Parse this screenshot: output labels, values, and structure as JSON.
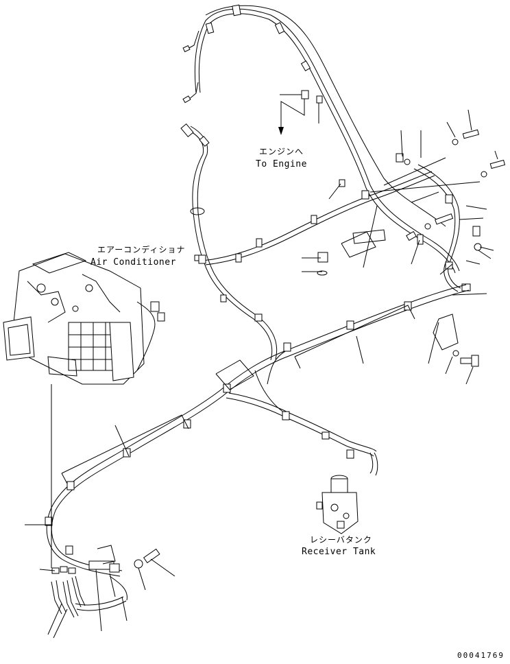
{
  "labels": {
    "engine_jp": "エンジンへ",
    "engine_en": "To Engine",
    "aircon_jp": "エアーコンディショナ",
    "aircon_en": "Air Conditioner",
    "receiver_jp": "レシーバタンク",
    "receiver_en": "Receiver Tank"
  },
  "drawing_number": "00041769"
}
